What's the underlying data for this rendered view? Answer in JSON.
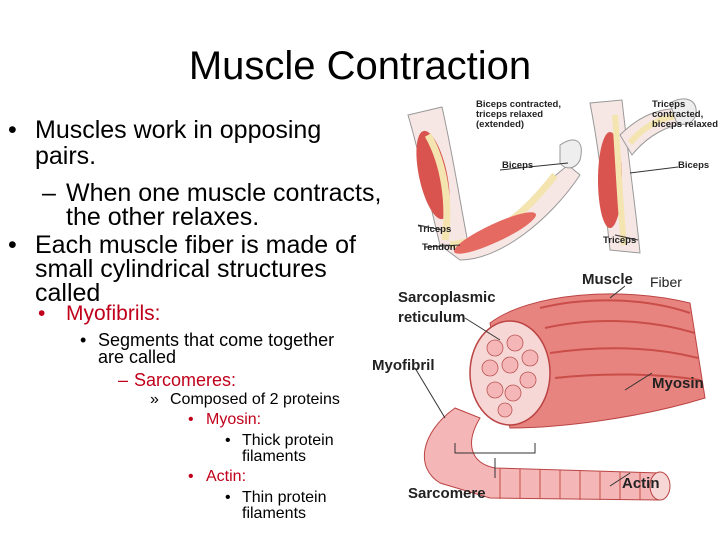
{
  "slide": {
    "title": "Muscle Contraction",
    "bullets": {
      "b1_bullet": "•",
      "b1_line1": "Muscles work in opposing",
      "b1_line2": "pairs.",
      "b2_dash": "–",
      "b2_line1": "When one muscle contracts,",
      "b2_line2": "the other relaxes.",
      "b3_bullet": "•",
      "b3_line1": "Each muscle fiber is made of",
      "b3_line2": "small cylindrical structures",
      "b3_line3": "called",
      "b4_bullet": "•",
      "b4_text": "Myofibrils:",
      "b5_bullet": "•",
      "b5_line1": "Segments that come together",
      "b5_line2": "are called",
      "b6_dash": "–",
      "b6_text": "Sarcomeres:",
      "b7_marker": "»",
      "b7_text": "Composed of 2 proteins",
      "b8_bullet": "•",
      "b8_text": "Myosin:",
      "b9_bullet": "•",
      "b9_line1": "Thick protein",
      "b9_line2": "filaments",
      "b10_bullet": "•",
      "b10_text": "Actin:",
      "b11_bullet": "•",
      "b11_line1": "Thin protein",
      "b11_line2": "filaments"
    }
  },
  "figure_arms": {
    "left_caption_line1": "Biceps contracted,",
    "left_caption_line2": "triceps relaxed",
    "left_caption_line3": "(extended)",
    "left_biceps": "Biceps",
    "left_triceps": "Triceps",
    "left_tendon": "Tendon",
    "right_caption_line1": "Triceps",
    "right_caption_line2": "contracted,",
    "right_caption_line3": "biceps relaxed",
    "right_biceps": "Biceps",
    "right_triceps": "Triceps"
  },
  "figure_muscle": {
    "muscle": "Muscle",
    "fiber": "Fiber",
    "sarcoplasmic_line1": "Sarcoplasmic",
    "sarcoplasmic_line2": "reticulum",
    "myofibril": "Myofibril",
    "myosin": "Myosin",
    "sarcomere": "Sarcomere",
    "actin": "Actin"
  },
  "colors": {
    "text": "#000000",
    "accent_red": "#c0001a",
    "muscle_red": "#d9534f",
    "muscle_pink": "#f4b6b6",
    "bone": "#f3e4b0",
    "skin": "#f6f6f6"
  }
}
